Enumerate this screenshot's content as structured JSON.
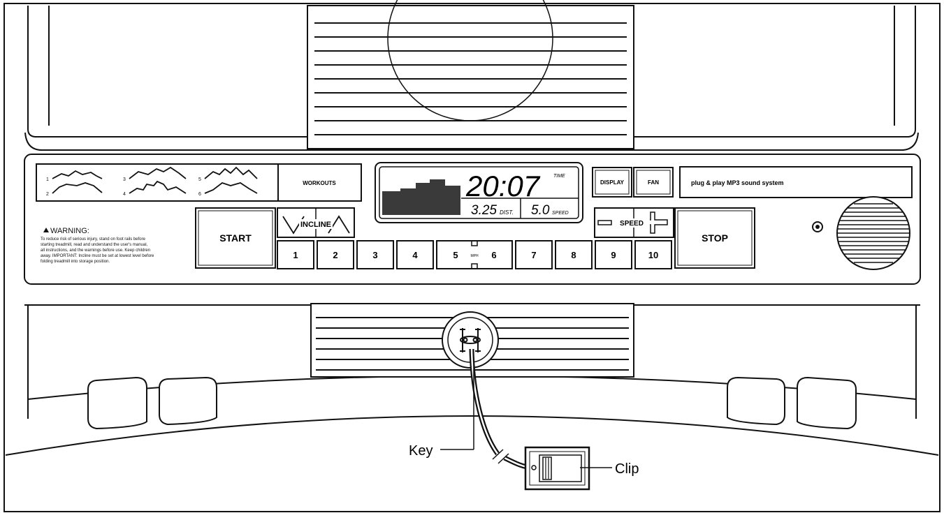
{
  "console": {
    "workouts_label": "WORKOUTS",
    "workout_numbers": [
      "1",
      "2",
      "3",
      "4",
      "5",
      "6"
    ],
    "display": {
      "time_value": "20:07",
      "time_label": "TIME",
      "distance_value": "3.25",
      "distance_label": "DIST.",
      "speed_value": "5.0",
      "speed_label": "SPEED"
    },
    "display_button": "DISPLAY",
    "fan_button": "FAN",
    "sound_system_label": "plug & play MP3 sound system",
    "warning": {
      "title": "WARNING:",
      "lines": [
        "To reduce risk of serious injury, stand on foot rails before",
        "starting treadmill, read and understand the user's manual,",
        "all instructions, and the warnings before use. Keep children",
        "away.  IMPORTANT: Incline must be set at lowest level before",
        "folding treadmill into storage position."
      ]
    },
    "start_button": "START",
    "stop_button": "STOP",
    "incline_label": "INCLINE",
    "speed_label": "SPEED",
    "mph_label": "MPH",
    "speed_keys": [
      "1",
      "2",
      "3",
      "4",
      "5",
      "6",
      "7",
      "8",
      "9",
      "10"
    ]
  },
  "callouts": {
    "key": "Key",
    "clip": "Clip"
  }
}
